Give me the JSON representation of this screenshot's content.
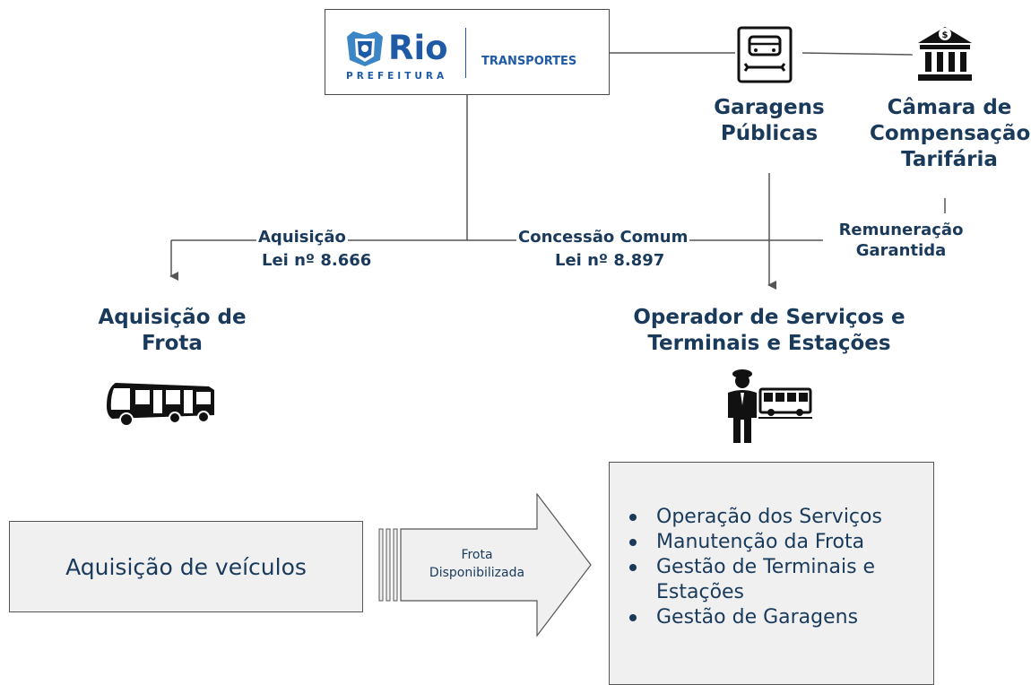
{
  "logo": {
    "name": "Rio",
    "subtitle": "PREFEITURA",
    "department": "TRANSPORTES"
  },
  "nodes": {
    "garagens": "Garagens Públicas",
    "camara": "Câmara de Compensação Tarifária",
    "frota": "Aquisição de Frota",
    "operador": "Operador de Serviços e Terminais e Estações"
  },
  "edges": {
    "aquisicao": "Aquisição",
    "aquisicao_lei": "Lei nº 8.666",
    "concessao": "Concessão Comum",
    "concessao_lei": "Lei nº 8.897",
    "remuneracao": "Remuneração Garantida"
  },
  "process": {
    "acquisition_box": "Aquisição de veículos",
    "arrow_label": "Frota Disponibilizada",
    "operations": [
      "Operação dos Serviços",
      "Manutenção da Frota",
      "Gestão de Terminais e Estações",
      "Gestão de Garagens"
    ]
  },
  "colors": {
    "primary_text": "#1a3a5c",
    "logo_blue": "#1f5aa6",
    "box_fill": "#f0f0f0",
    "line": "#555555"
  },
  "icons": {
    "garage": "bus-wrench-icon",
    "bank": "bank-dollar-icon",
    "bus": "articulated-bus-icon",
    "operator": "driver-with-bus-icon",
    "crest": "rio-crest-icon"
  }
}
